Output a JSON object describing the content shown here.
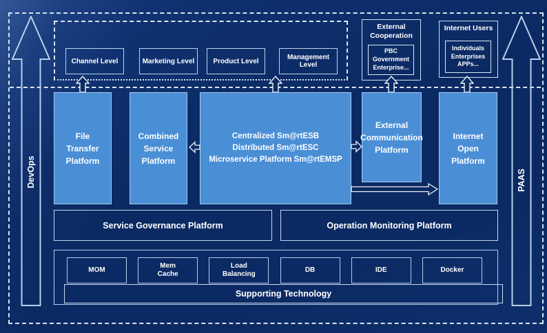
{
  "colors": {
    "background": "#0b2a63",
    "platform_fill": "#4a8fd6",
    "box_border": "#b7cdec",
    "dashed_line": "#d6e2f3",
    "text": "#ffffff"
  },
  "icons": {
    "devops_arrow": "block-arrow-up",
    "paas_arrow": "block-arrow-up",
    "flow_up": "block-arrow-up",
    "flow_left": "block-arrow-left",
    "flow_right": "block-arrow-right",
    "flow_long_right": "block-arrow-right-long"
  },
  "side_rails": {
    "left": {
      "label": "DevOps"
    },
    "right": {
      "label": "PAAS"
    }
  },
  "top": {
    "levels": [
      "Channel Level",
      "Marketing Level",
      "Product Level",
      "Management Level"
    ],
    "external_cooperation": {
      "title": "External\nCooperation",
      "inner": "PBC Government\nEnterprise..."
    },
    "internet_users": {
      "title": "Internet Users",
      "inner": "Individuals\nEnterprises\nAPPs..."
    }
  },
  "middle": {
    "platforms": [
      {
        "label": "File\nTransfer\nPlatform"
      },
      {
        "label": "Combined\nService\nPlatform"
      },
      {
        "label": "Centralized Sm@rtESB\nDistributed Sm@rtESC\nMicroservice Platform Sm@rtEMSP"
      },
      {
        "label": "External\nCommunication\nPlatform"
      },
      {
        "label": "Internet\nOpen\nPlatform"
      }
    ]
  },
  "governance_row": [
    "Service Governance Platform",
    "Operation Monitoring Platform"
  ],
  "supporting": {
    "technologies": [
      "MOM",
      "Mem\nCache",
      "Load\nBalancing",
      "DB",
      "IDE",
      "Docker"
    ],
    "bar_label": "Supporting Technology"
  }
}
